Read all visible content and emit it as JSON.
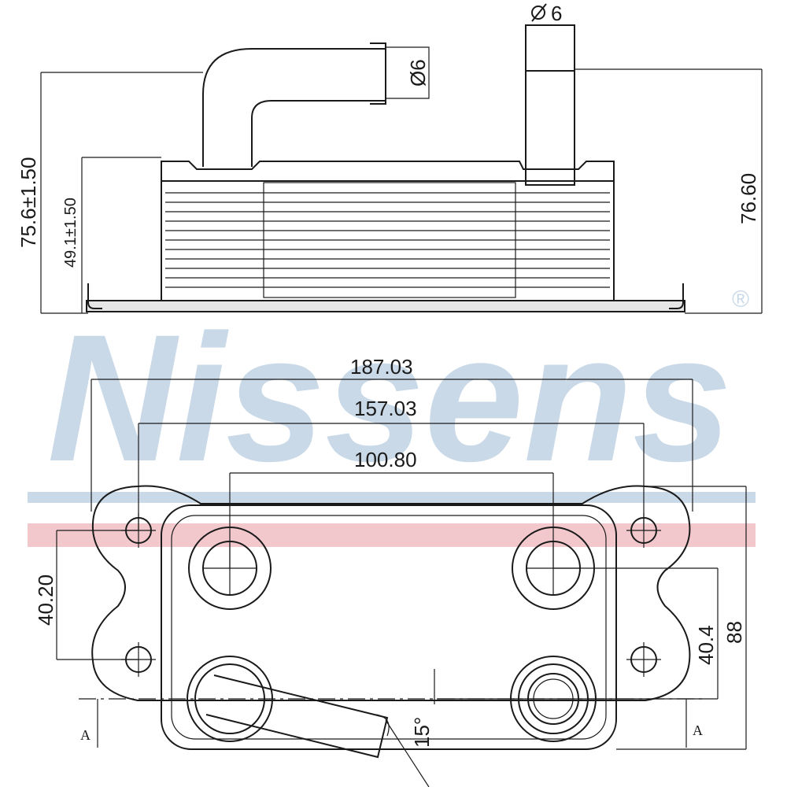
{
  "brand": {
    "watermark": "Nissens",
    "registered": "®",
    "accent_blue": "#c9d9e8",
    "accent_red": "#f2c8cc"
  },
  "side_view": {
    "overall_height": "75.6±1.50",
    "body_height": "49.1±1.50",
    "right_height": "76.60",
    "left_pipe_diameter": "Ø6",
    "right_pipe_diameter": "6"
  },
  "top_view": {
    "overall_width": "187.03",
    "bolt_spacing": "157.03",
    "port_spacing": "100.80",
    "left_vertical": "40.20",
    "right_vertical_a": "40.4",
    "right_vertical_b": "88",
    "angle": "15°",
    "section_left": "A",
    "section_right": "A"
  }
}
